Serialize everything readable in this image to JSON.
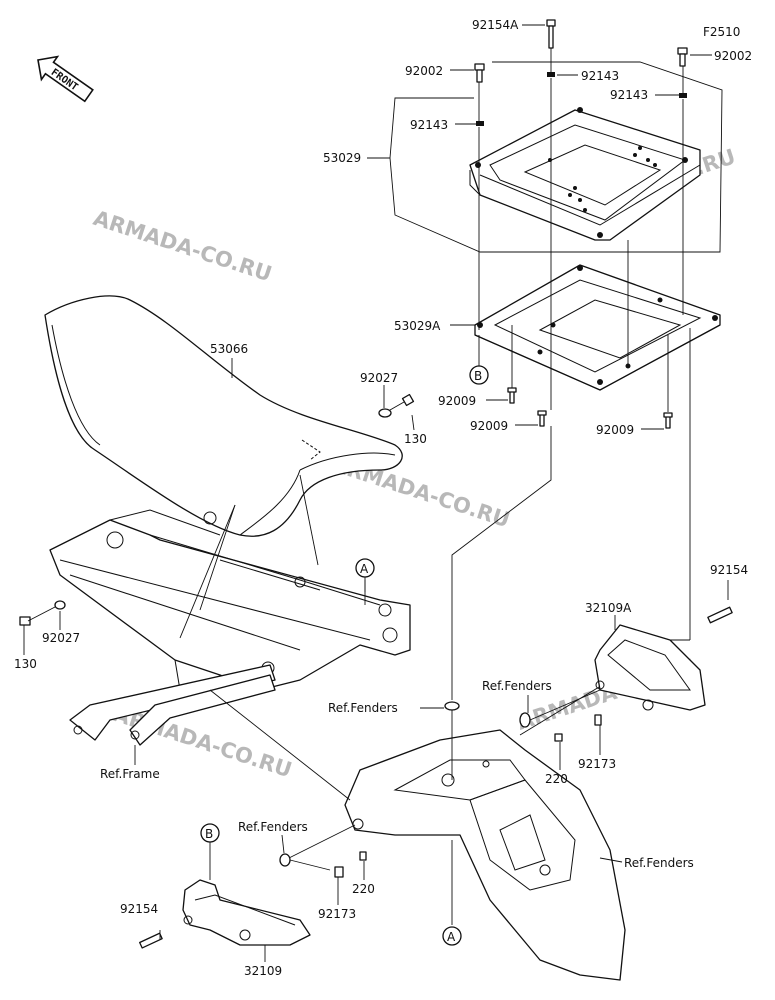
{
  "figure_code": "F2510",
  "front_badge": "FRONT",
  "watermark": "ARMADA-CO.RU",
  "labels": {
    "p92154A": "92154A",
    "p92002_left": "92002",
    "p92002_right": "92002",
    "p92143_top": "92143",
    "p92143_right": "92143",
    "p92143_left": "92143",
    "p53029": "53029",
    "p53029A": "53029A",
    "p92009_a": "92009",
    "p92009_b": "92009",
    "p92009_c": "92009",
    "p53066": "53066",
    "p92027_top": "92027",
    "p130_top": "130",
    "p92027_left": "92027",
    "p130_left": "130",
    "p92154_right": "92154",
    "p32109A": "32109A",
    "ref_fenders_1": "Ref.Fenders",
    "ref_fenders_2": "Ref.Fenders",
    "ref_fenders_3": "Ref.Fenders",
    "ref_fenders_4": "Ref.Fenders",
    "ref_frame": "Ref.Frame",
    "p220_right": "220",
    "p92173_right": "92173",
    "p220_left": "220",
    "p92173_left": "92173",
    "p92154_left": "92154",
    "p32109": "32109"
  },
  "markers": {
    "A_top": "A",
    "A_bottom": "A",
    "B_top": "B",
    "B_bottom": "B"
  }
}
